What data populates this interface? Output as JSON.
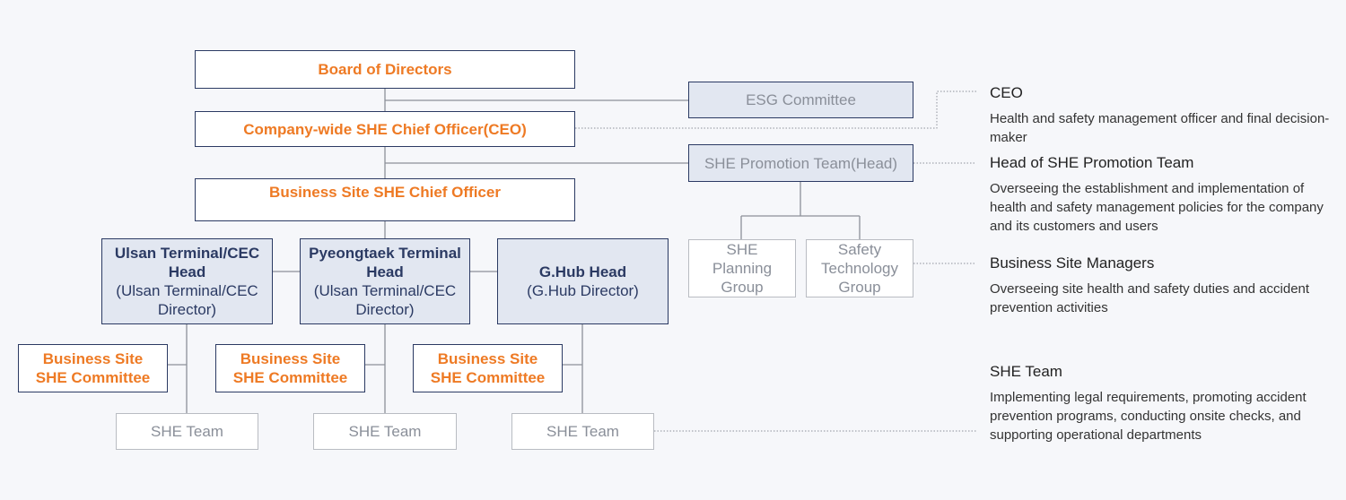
{
  "org": {
    "board": "Board of Directors",
    "ceo_box": "Company-wide SHE Chief Officer(CEO)",
    "site_chief": "Business Site SHE Chief Officer",
    "esg": "ESG Committee",
    "promotion": "SHE Promotion Team(Head)",
    "planning": [
      "SHE",
      "Planning",
      "Group"
    ],
    "safety_tech": [
      "Safety",
      "Technology",
      "Group"
    ],
    "heads": [
      {
        "title": [
          "Ulsan Terminal/CEC",
          "Head"
        ],
        "sub": [
          "(Ulsan Terminal/CEC",
          "Director)"
        ]
      },
      {
        "title": [
          "Pyeongtaek Terminal",
          "Head"
        ],
        "sub": [
          "(Ulsan Terminal/CEC",
          "Director)"
        ]
      },
      {
        "title": [
          "G.Hub Head"
        ],
        "sub": [
          "(G.Hub Director)"
        ]
      }
    ],
    "committee": [
      "Business Site",
      "SHE Committee"
    ],
    "team": "SHE Team"
  },
  "descriptions": [
    {
      "title": "CEO",
      "text": "Health and safety management officer and final decision-maker"
    },
    {
      "title": "Head of SHE Promotion Team",
      "text": "Overseeing the establishment and implementation of health and safety management policies for the company and its customers and users"
    },
    {
      "title": "Business Site Managers",
      "text": "Overseeing site health and safety duties and accident prevention activities"
    },
    {
      "title": "SHE Team",
      "text": "Implementing legal requirements, promoting accident prevention programs, conducting onsite checks, and supporting operational departments"
    }
  ],
  "colors": {
    "accent": "#ee7a24",
    "navy": "#2b3a63",
    "fill": "#e2e7f1",
    "gray": "#8a8f99"
  }
}
